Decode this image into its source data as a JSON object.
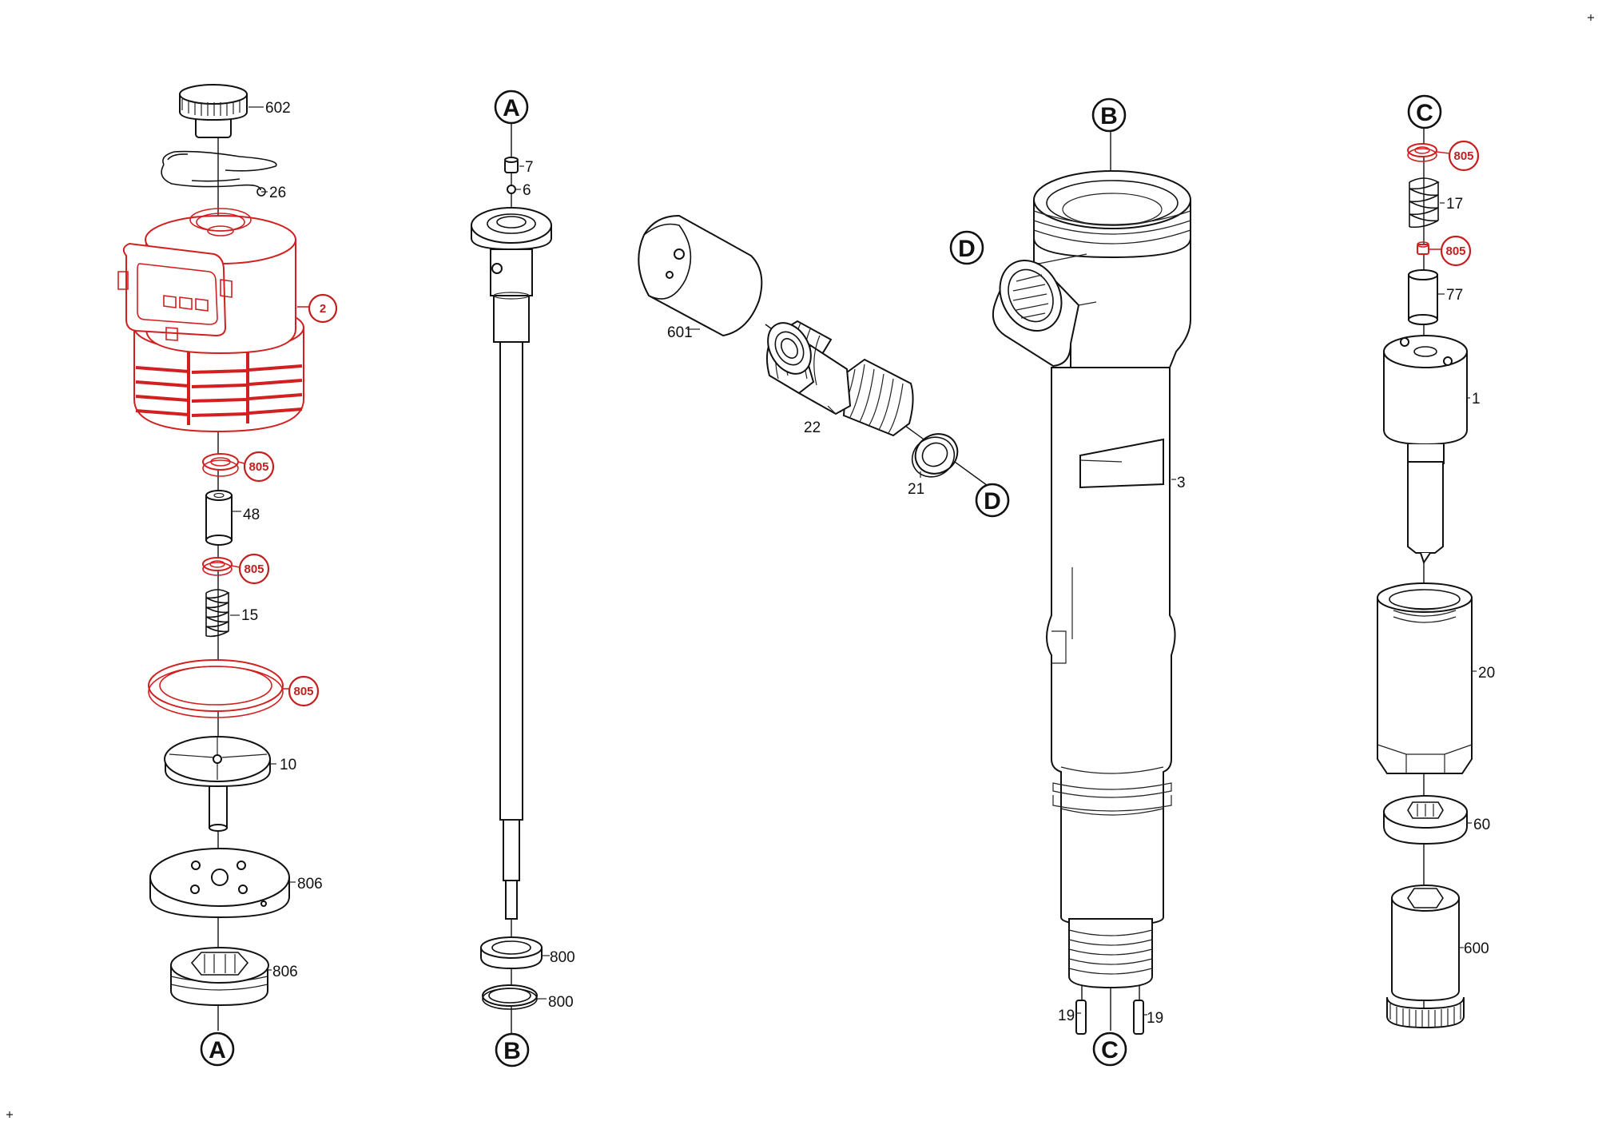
{
  "colors": {
    "outline": "#111111",
    "highlight": "#d21f1f",
    "background": "#ffffff"
  },
  "connectors": {
    "a": "A",
    "b": "B",
    "c": "C",
    "d": "D"
  },
  "part_numbers": {
    "p602": "602",
    "p26": "26",
    "p48": "48",
    "p15": "15",
    "p10": "10",
    "p806": "806",
    "p7": "7",
    "p6": "6",
    "p800": "800",
    "p601": "601",
    "p22": "22",
    "p21": "21",
    "p3": "3",
    "p19": "19",
    "p17": "17",
    "p77": "77",
    "p1": "1",
    "p20": "20",
    "p60": "60",
    "p600": "600"
  },
  "highlighted_parts": {
    "p805": "805",
    "p2": "2"
  }
}
